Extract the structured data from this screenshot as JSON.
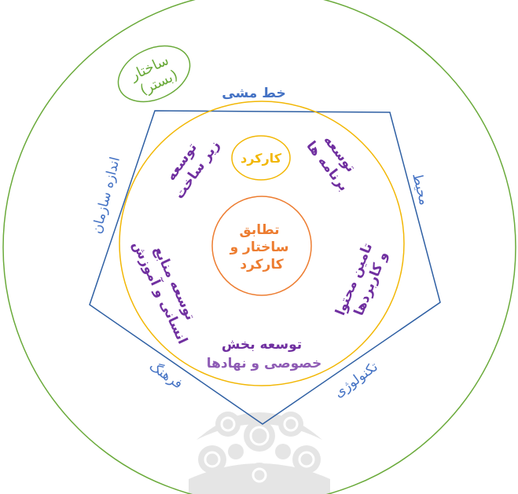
{
  "diagram": {
    "outer_circle": {
      "labels": {
        "structure": [
          "ساختار",
          "(بستر)"
        ]
      }
    },
    "pentagon_sides": {
      "top": "خط مشی",
      "left": "اندازه سازمان",
      "right": "محیط",
      "bottom_left": "فرهنگ",
      "bottom_right": "تکنولوژی"
    },
    "inner_circle": {
      "function_label": "کارکرد",
      "items": {
        "infrastructure": [
          "توسعه",
          "زیر ساخت"
        ],
        "programs": [
          "توسعه",
          "برنامه ها"
        ],
        "content": [
          "تامین محتوا",
          "و کاربردها"
        ],
        "human_resources": [
          "توسعه منابع",
          "انسانی و آموزش"
        ],
        "private_sector": [
          "توسعه بخش",
          "خصوصی و نهادها"
        ]
      }
    },
    "center": [
      "تطابق",
      "ساختار و",
      "کارکرد"
    ],
    "colors": {
      "outer_circle": "#6aaa3a",
      "pentagon": "#2e5fa3",
      "inner_circle": "#f2b705",
      "center_circle": "#ed7d31",
      "purple_text": "#7030a0",
      "center_text": "#ed7d31",
      "blue_text": "#4472c4",
      "green_text": "#6aaa3a",
      "yellow_text": "#f2b705",
      "watermark": "#d9d9d9"
    }
  }
}
